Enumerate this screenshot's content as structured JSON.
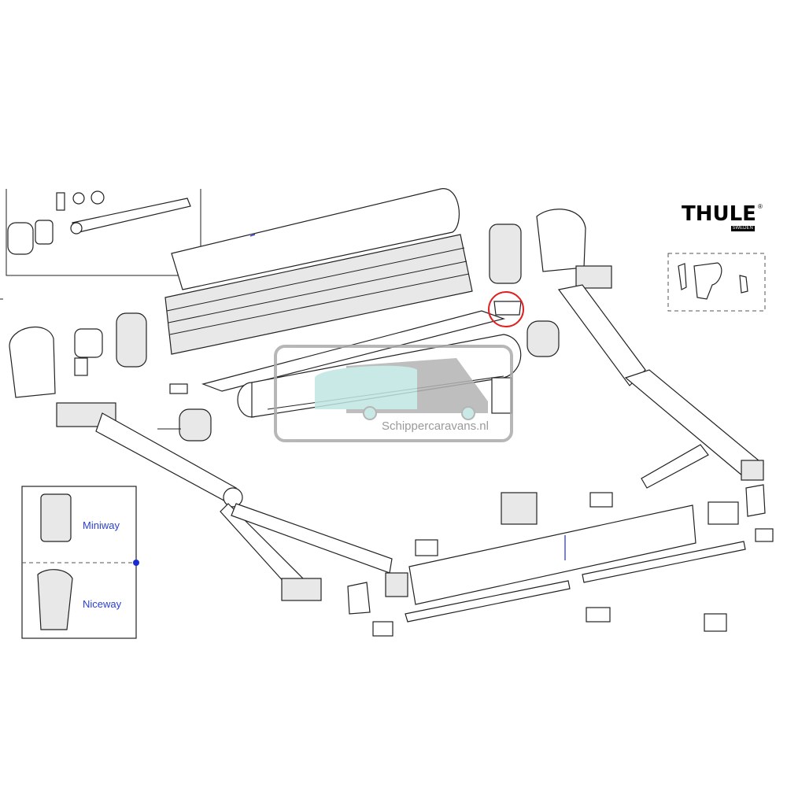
{
  "brand": {
    "name": "THULE",
    "subtitle": "SWEDEN",
    "registered": "®"
  },
  "watermark": {
    "text": "Schippercaravans.nl",
    "caravan_color": "#bfe6e1",
    "camper_color": "#b3b3b3"
  },
  "remotes": [
    {
      "label": "Miniway"
    },
    {
      "label": "Niceway"
    }
  ],
  "highlight": {
    "color": "#e02020",
    "shape": "circle"
  },
  "colors": {
    "label_blue": "#2a3fd0",
    "marker_blue": "#1a2bd6",
    "line": "#222222"
  }
}
